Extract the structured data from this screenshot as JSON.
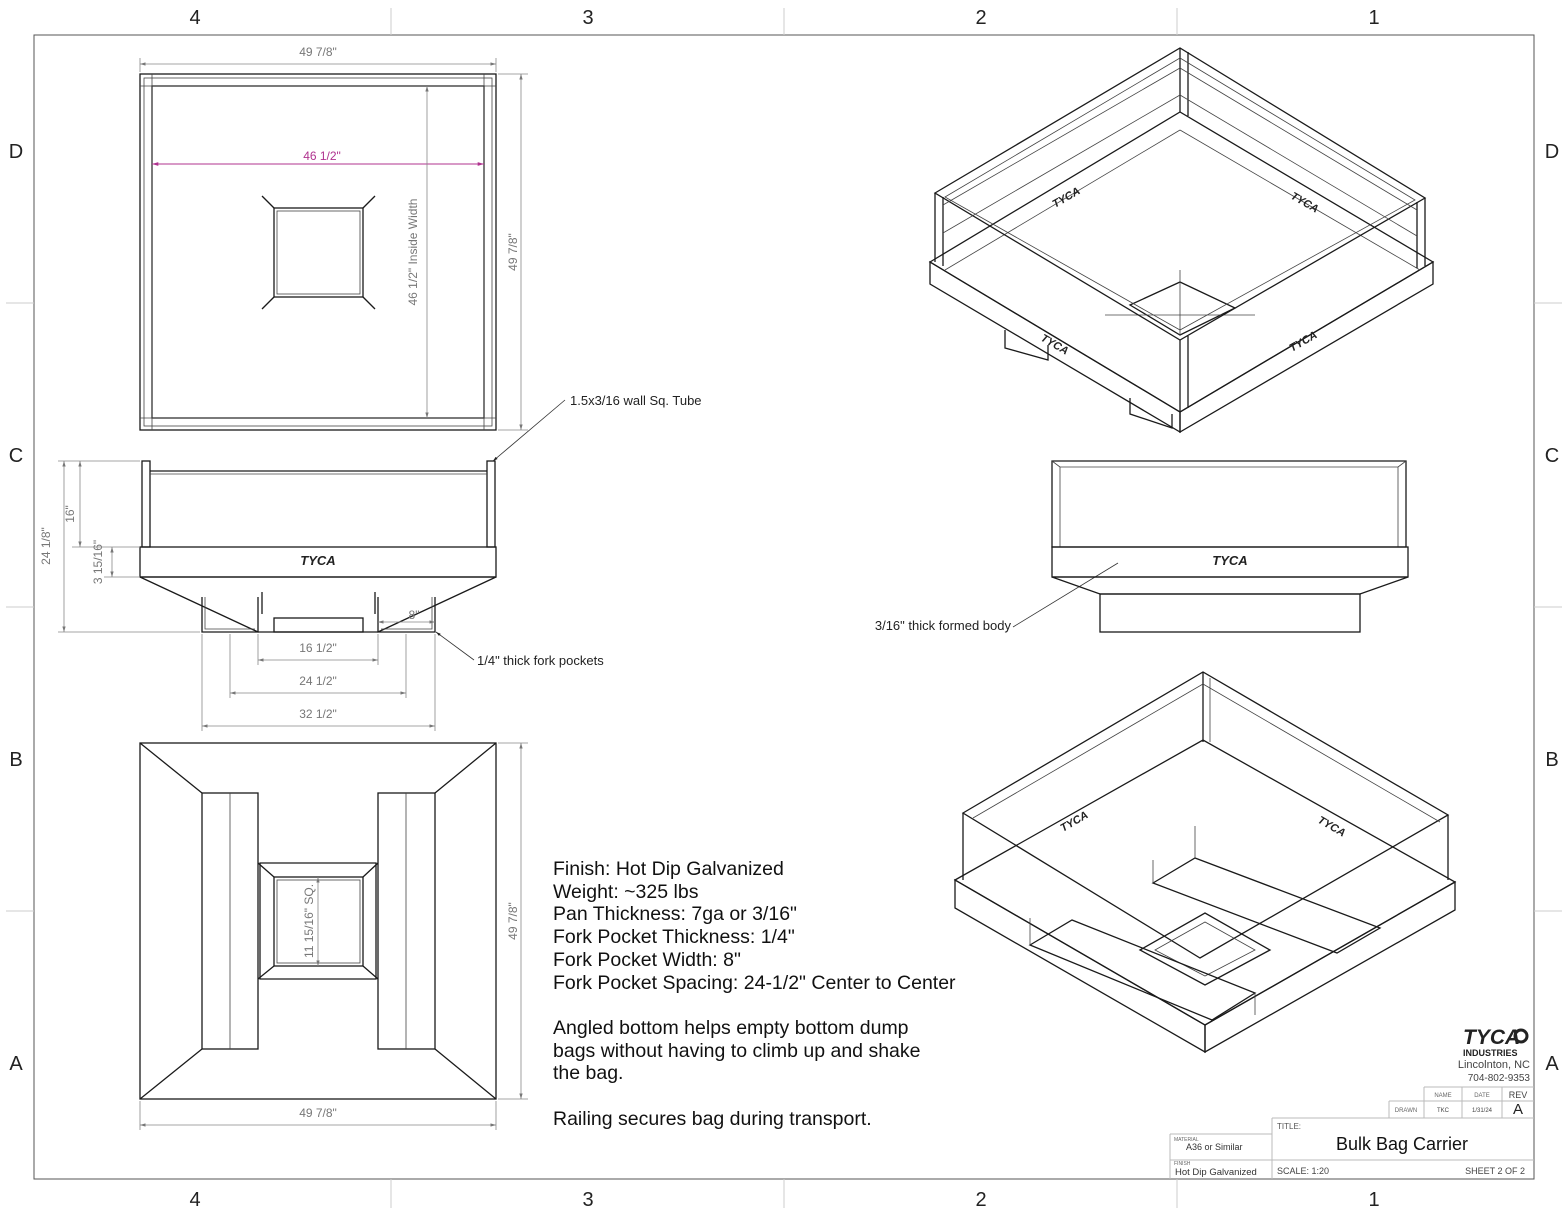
{
  "zones": {
    "columns": [
      "4",
      "3",
      "2",
      "1"
    ],
    "rows": [
      "D",
      "C",
      "B",
      "A"
    ]
  },
  "dimensions": {
    "top_width": "49 7/8\"",
    "inside_width_pink": "46 1/2\"",
    "inside_width_vertical": "46 1/2\" Inside Width",
    "side_height": "49 7/8\"",
    "front_total_height": "24 1/8\"",
    "front_rail_height": "16\"",
    "front_band_height": "3 15/16\"",
    "pocket_width": "8\"",
    "pocket_inner": "16 1/2\"",
    "pocket_center": "24 1/2\"",
    "pocket_outer": "32 1/2\"",
    "bottom_height": "49 7/8\"",
    "bottom_width": "49 7/8\"",
    "hole_square": "11 15/16\" SQ."
  },
  "callouts": {
    "tube": "1.5x3/16 wall Sq. Tube",
    "fork_pockets": "1/4\" thick fork pockets",
    "body": "3/16\" thick formed body"
  },
  "logo_text": {
    "brand": "TYCA",
    "industries": "INDUSTRIES"
  },
  "notes": [
    "Finish: Hot Dip Galvanized",
    "Weight: ~325 lbs",
    "Pan Thickness: 7ga or 3/16\"",
    "Fork Pocket Thickness: 1/4\"",
    "Fork Pocket Width: 8\"",
    "Fork Pocket Spacing: 24-1/2\" Center to Center",
    "",
    "Angled bottom helps empty bottom dump",
    "bags without having to climb up and shake",
    "the bag.",
    "",
    "Railing secures bag during transport."
  ],
  "company": {
    "city": "Lincolnton, NC",
    "phone": "704-802-9353"
  },
  "title_block": {
    "name_header": "NAME",
    "date_header": "DATE",
    "rev_header": "REV",
    "drawn_label": "DRAWN",
    "drawn_name": "TKC",
    "drawn_date": "1/31/24",
    "rev": "A",
    "title_label": "TITLE:",
    "title": "Bulk Bag Carrier",
    "material_label": "MATERIAL",
    "material": "A36 or Similar",
    "finish_label": "FINISH",
    "finish": "Hot Dip Galvanized",
    "scale": "SCALE: 1:20",
    "sheet": "SHEET 2 OF 2"
  }
}
